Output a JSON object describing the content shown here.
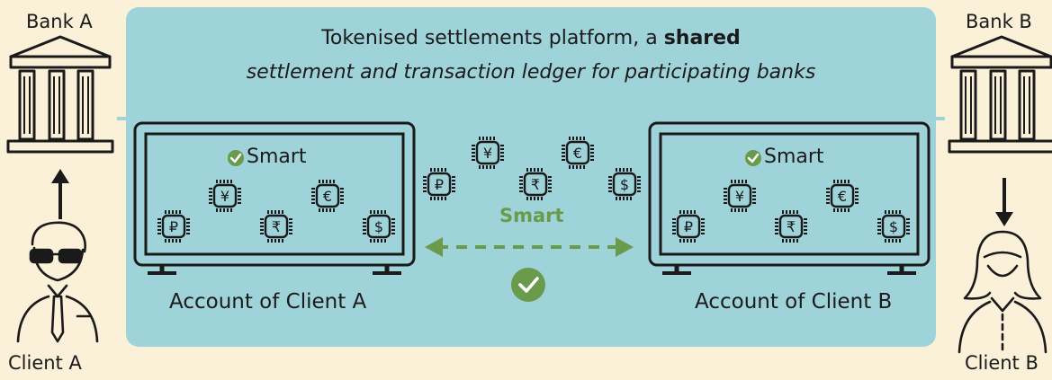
{
  "banks": {
    "a": {
      "label": "Bank A"
    },
    "b": {
      "label": "Bank B"
    }
  },
  "clients": {
    "a": {
      "label": "Client A"
    },
    "b": {
      "label": "Client B"
    }
  },
  "platform": {
    "line1_prefix": "Tokenised settlements platform, a ",
    "line1_bold": "shared",
    "line2": "settlement and transaction ledger for participating banks"
  },
  "accounts": {
    "a": {
      "label": "Account of Client A",
      "smart_label": "Smart"
    },
    "b": {
      "label": "Account of Client B",
      "smart_label": "Smart"
    }
  },
  "transfer": {
    "label": "Smart"
  },
  "tokens": {
    "symbols": [
      "₽",
      "¥",
      "₹",
      "€",
      "$"
    ]
  },
  "colors": {
    "background": "#fbf1d9",
    "platform": "#9fd3da",
    "ink": "#1a1a1a",
    "smart_green": "#6a9a4c"
  },
  "icons": [
    "bank-icon",
    "client-icon",
    "arrow-icon",
    "check-icon",
    "token-chip-icon"
  ]
}
